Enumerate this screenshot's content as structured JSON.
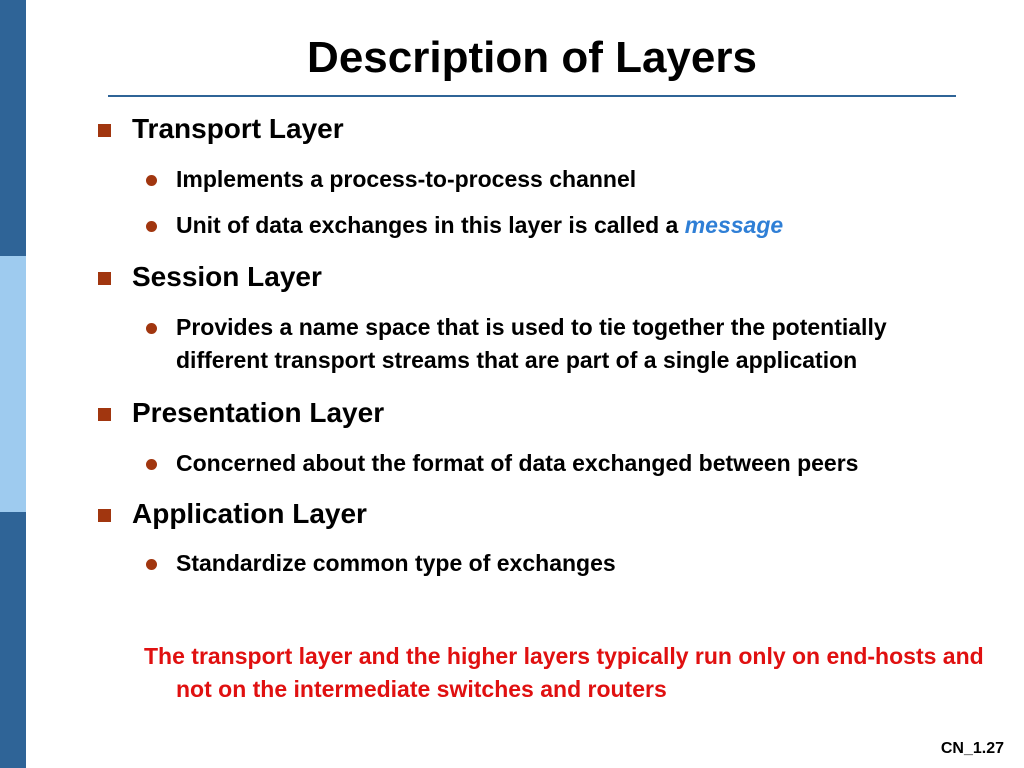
{
  "slide": {
    "title": "Description of Layers",
    "footer": "CN_1.27"
  },
  "items": [
    {
      "heading": "Transport Layer",
      "bullets": [
        {
          "text": "Implements a process-to-process channel"
        },
        {
          "text": "Unit of data exchanges in this layer is called a ",
          "emphasis": "message"
        }
      ]
    },
    {
      "heading": "Session Layer",
      "bullets": [
        {
          "text": "Provides a name space that is used to tie together the potentially different transport streams that are part of a single application"
        }
      ]
    },
    {
      "heading": "Presentation Layer",
      "bullets": [
        {
          "text": "Concerned about the format of data exchanged between peers"
        }
      ]
    },
    {
      "heading": "Application Layer",
      "bullets": [
        {
          "text": "Standardize common type of exchanges"
        }
      ]
    }
  ],
  "note": "The transport layer and the higher layers typically run only on end-hosts and not on the intermediate switches and routers",
  "colors": {
    "sidebar_dark": "#2f6497",
    "sidebar_light": "#9ecbef",
    "bullet": "#a1360f",
    "emphasis": "#2f7fd6",
    "note": "#e01010"
  }
}
